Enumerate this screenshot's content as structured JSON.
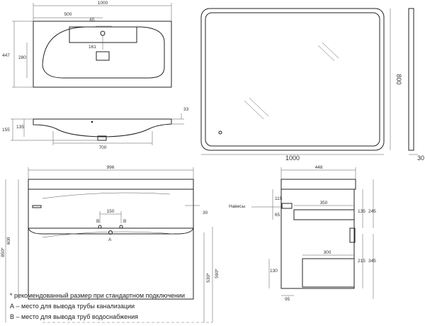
{
  "top_view": {
    "width": "1000",
    "basin_offset": "500",
    "tap_offset": "65",
    "depth": "447",
    "basin_depth": "280",
    "overflow_offset": "161"
  },
  "side_profile": {
    "height": "155",
    "basin_height": "135",
    "rim": "33",
    "bowl_width": "700"
  },
  "mirror": {
    "width": "1000",
    "height": "800",
    "thickness": "30"
  },
  "front_view": {
    "width": "996",
    "drawer_height": "600",
    "total_height": "850*",
    "hole_spacing": "150",
    "edge_gap": "30",
    "label_b_left": "B",
    "label_b_right": "B",
    "label_a": "A",
    "floor_to_b": "590*",
    "floor_to_a": "530*"
  },
  "section_view": {
    "depth": "448",
    "hinges_label": "Навесы",
    "upper_shelf": "350",
    "upper_offset": "115",
    "upper_gap": "65",
    "upper_section": "135",
    "upper_total": "245",
    "lower_shelf": "300",
    "lower_section": "215",
    "lower_total": "345",
    "base_height": "130",
    "leg_offset": "95"
  },
  "notes": [
    "* рекомендованный размер при стандартном подключении",
    "А – место для вывода трубы канализации",
    "В – место для вывода труб водоснабжения"
  ]
}
